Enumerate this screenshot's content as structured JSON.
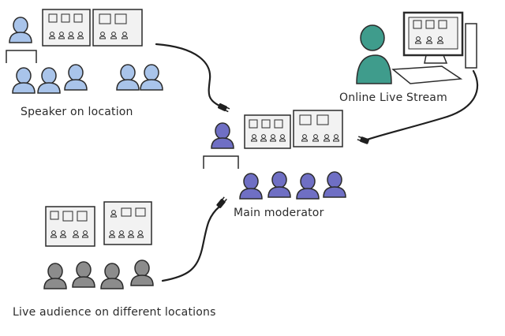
{
  "labels": {
    "speaker": "Speaker on location",
    "stream": "Online Live Stream",
    "moderator": "Main moderator",
    "audience": "Live audience on different locations"
  },
  "colors": {
    "speaker_group": "#a9c4ea",
    "moderator_group": "#6f6fc4",
    "audience_group": "#8c8c8c",
    "stream_person": "#3f9c8c",
    "screen_fill": "#f2f2f2",
    "stroke": "#2b2b2b"
  }
}
